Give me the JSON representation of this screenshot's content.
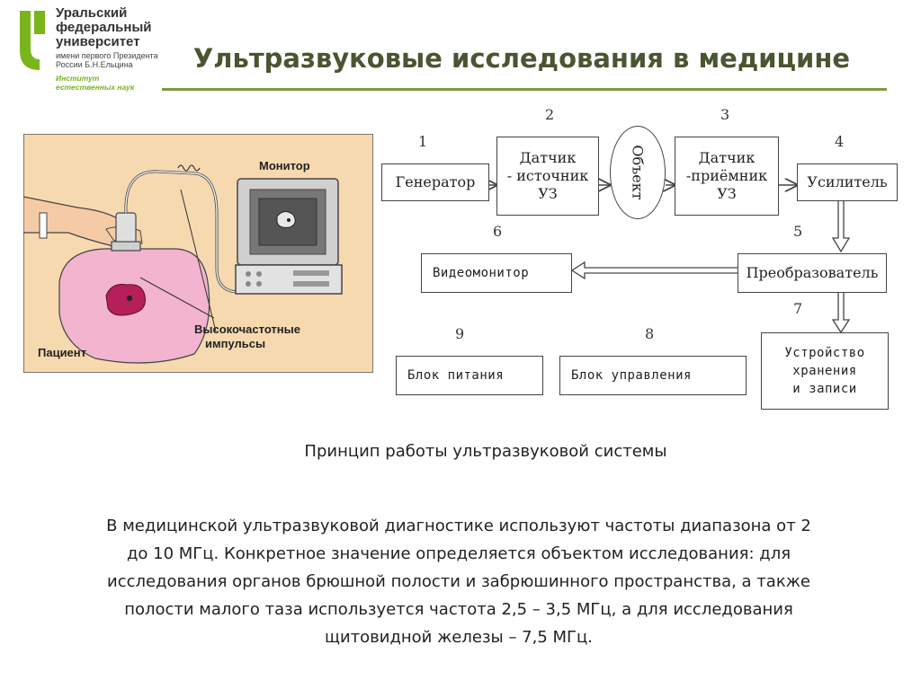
{
  "header": {
    "logo": {
      "line1": "Уральский",
      "line2": "федеральный",
      "line3": "университет",
      "small1": "имени первого Президента",
      "small2": "России Б.Н.Ельцина",
      "institute1": "Институт",
      "institute2": "естественных наук"
    },
    "title": "Ультразвуковые исследования в медицине"
  },
  "colors": {
    "title": "#4a5531",
    "rule": "#7e9a3e",
    "logo_green": "#7ab51d",
    "illustration_bg": "#f7d9b0",
    "patient_skin": "#f2b4cf",
    "organ": "#b51f5a"
  },
  "illustration": {
    "monitor_label": "Монитор",
    "patient_label": "Пациент",
    "pulses_label_1": "Высокочастотные",
    "pulses_label_2": "импульсы"
  },
  "diagram": {
    "nodes": [
      {
        "number": "1",
        "label_lines": [
          "Генератор"
        ]
      },
      {
        "number": "2",
        "label_lines": [
          "Датчик",
          "- источник",
          "УЗ"
        ]
      },
      {
        "number": "",
        "label_lines": [
          "Объект"
        ]
      },
      {
        "number": "3",
        "label_lines": [
          "Датчик",
          "-приёмник",
          "УЗ"
        ]
      },
      {
        "number": "4",
        "label_lines": [
          "Усилитель"
        ]
      },
      {
        "number": "5",
        "label_lines": [
          "Преобразователь"
        ]
      },
      {
        "number": "6",
        "label_lines": [
          "Видеомонитор"
        ]
      },
      {
        "number": "7",
        "label_lines": [
          "Устройство",
          "хранения",
          "и записи"
        ]
      },
      {
        "number": "8",
        "label_lines": [
          "Блок управления"
        ]
      },
      {
        "number": "9",
        "label_lines": [
          "Блок питания"
        ]
      }
    ]
  },
  "caption": "Принцип работы ультразвуковой системы",
  "body": {
    "line1": "В медицинской ультразвуковой диагностике используют частоты диапазона от 2",
    "line2": "до 10 МГц. Конкретное значение определяется объектом исследования: для",
    "line3": "исследования органов брюшной полости и забрюшинного пространства, а также",
    "line4": "полости малого таза используется частота 2,5 – 3,5 МГц, а для исследования",
    "line5": "щитовидной железы – 7,5 МГц."
  }
}
